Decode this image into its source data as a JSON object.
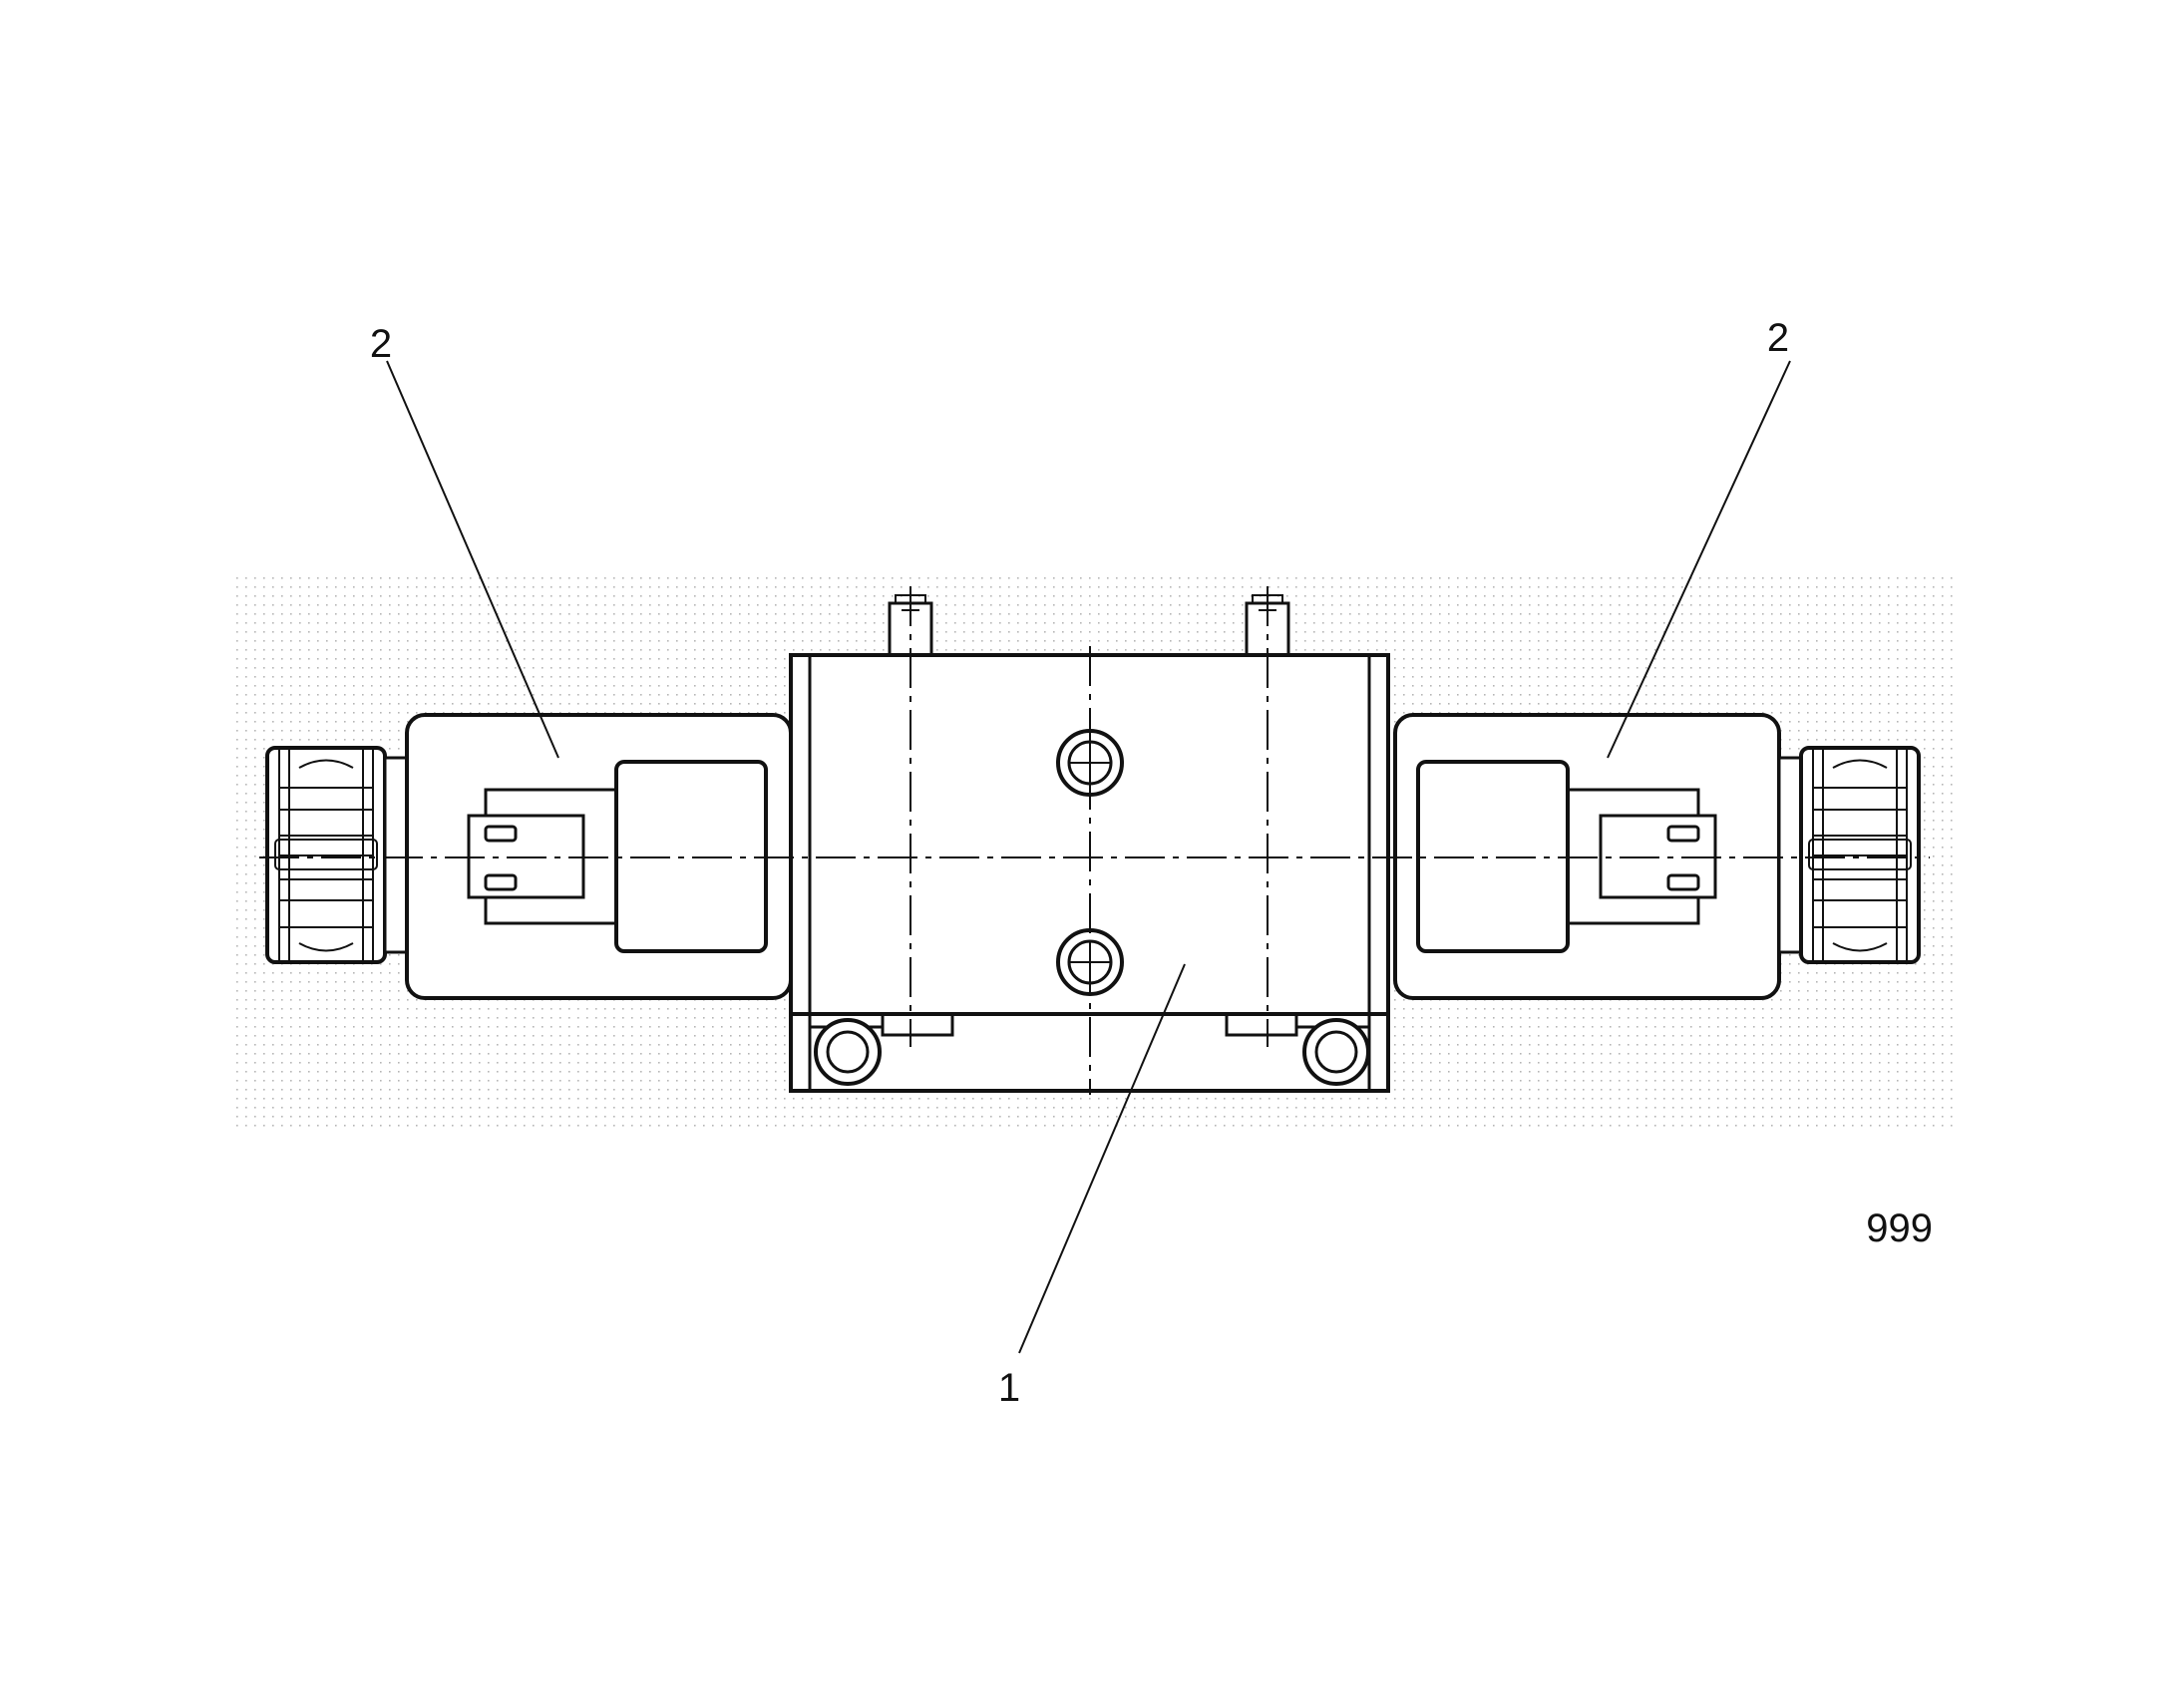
{
  "callouts": {
    "body": "1",
    "solenoid_left": "2",
    "solenoid_right": "2"
  },
  "figure_number": "999",
  "colors": {
    "line": "#111111",
    "background_dots": "#b5b5b5",
    "page": "#ffffff"
  }
}
